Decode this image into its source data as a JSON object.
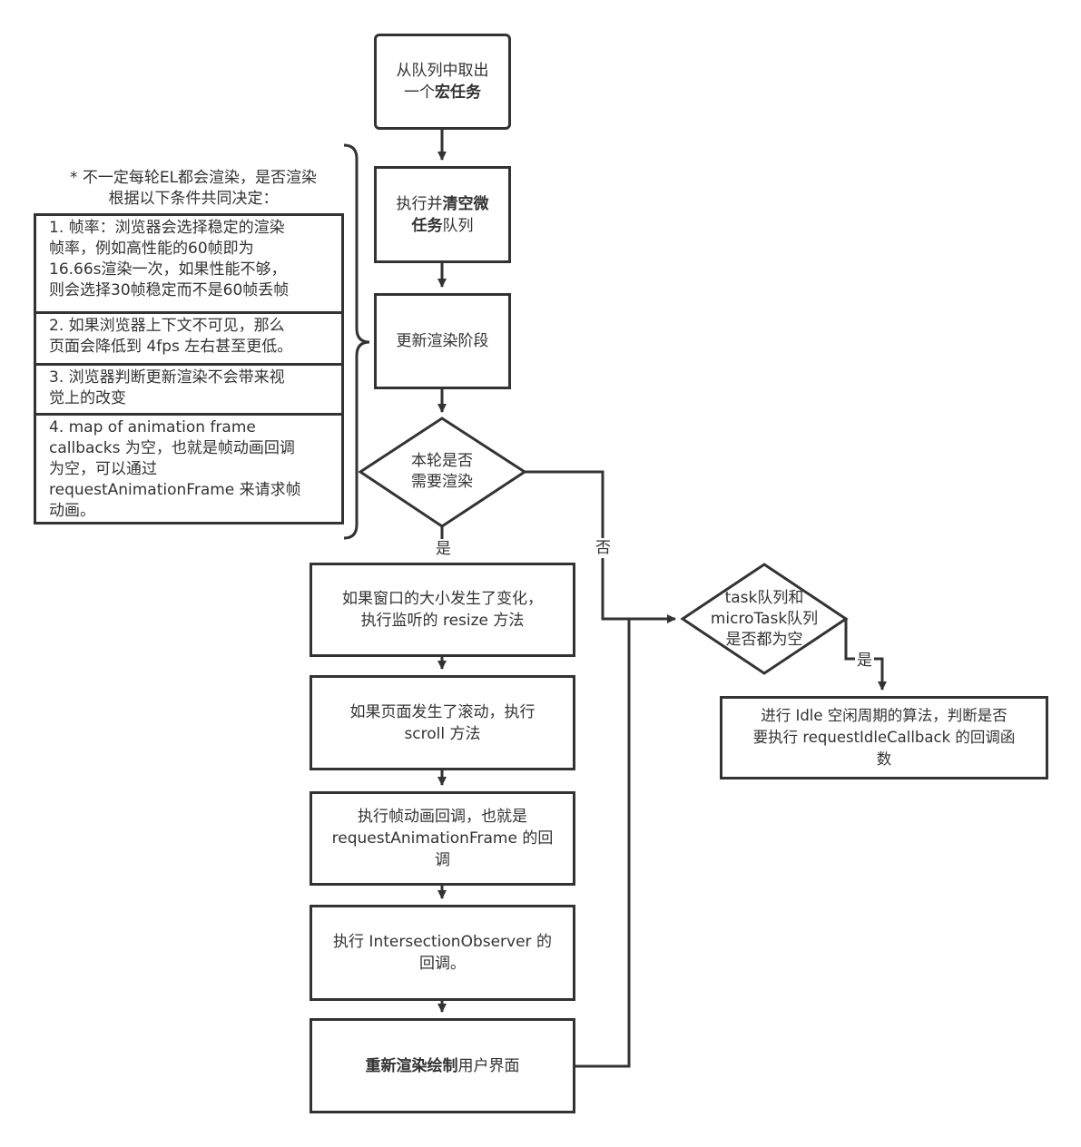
{
  "steps": {
    "take_macro": {
      "pre": "从队列中取出",
      "line2": "一个",
      "bold": "宏任务"
    },
    "flush_micro": {
      "pre": "执行并",
      "bold1": "清空微",
      "bold2": "任务",
      "post": "队列"
    },
    "update_render": "更新渲染阶段",
    "resize": {
      "line1": "如果窗口的大小发生了变化，",
      "line2": "执行监听的 resize 方法"
    },
    "scroll": {
      "line1": "如果页面发生了滚动，执行",
      "line2": "scroll 方法"
    },
    "raf": {
      "line1": "执行帧动画回调，也就是",
      "line2": "requestAnimationFrame 的回",
      "line3": "调"
    },
    "io": {
      "line1": "执行 IntersectionObserver 的",
      "line2": "回调。"
    },
    "repaint": {
      "bold": "重新渲染绘制",
      "post": "用户界面"
    },
    "idle": {
      "line1": "进行 Idle 空闲周期的算法，判断是否",
      "line2": "要执行 requestIdleCallback 的回调函",
      "line3": "数"
    }
  },
  "decisions": {
    "need_render": {
      "line1": "本轮是否",
      "line2": "需要渲染"
    },
    "queues_empty": {
      "line1": "task队列和",
      "line2": "microTask队列",
      "line3": "是否都为空"
    }
  },
  "edge_labels": {
    "yes_render": "是",
    "no_render": "否",
    "yes_empty": "是"
  },
  "note": {
    "title_line1": "* 不一定每轮EL都会渲染，是否渲染",
    "title_line2": "根据以下条件共同决定：",
    "conditions": [
      [
        "1. 帧率：浏览器会选择稳定的渲染",
        "帧率，例如高性能的60帧即为",
        "16.66s渲染一次，如果性能不够，",
        "则会选择30帧稳定而不是60帧丢帧"
      ],
      [
        "2. 如果浏览器上下文不可见，那么",
        "页面会降低到 4fps 左右甚至更低。"
      ],
      [
        "3. 浏览器判断更新渲染不会带来视",
        "觉上的改变"
      ],
      [
        "4. map of animation frame",
        "callbacks 为空，也就是帧动画回调",
        "为空，可以通过",
        "requestAnimationFrame 来请求帧",
        "动画。"
      ]
    ]
  }
}
